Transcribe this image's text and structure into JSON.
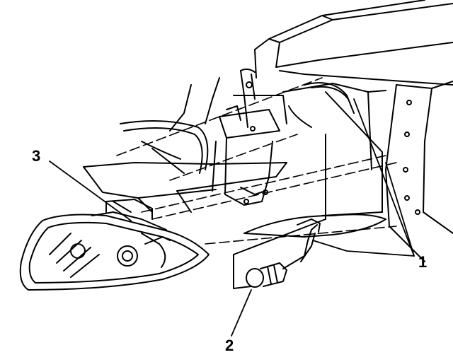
{
  "diagram": {
    "callouts": {
      "c1": "1",
      "c2": "2",
      "c3": "3"
    },
    "colors": {
      "ink": "#000000",
      "paper": "#ffffff"
    }
  }
}
